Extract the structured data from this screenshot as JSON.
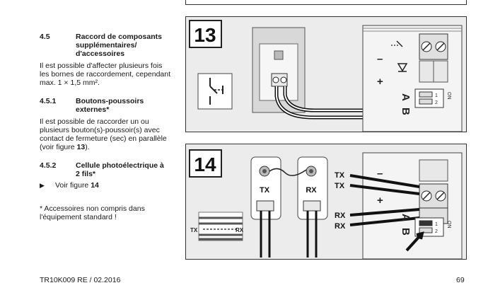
{
  "section_4_5": {
    "number": "4.5",
    "title_lines": [
      "Raccord de composants",
      "supplémentaires/",
      "d'accessoires"
    ],
    "body_lines": [
      "Il est possible d'affecter plusieurs fois",
      "les bornes de raccordement, cependant",
      "max. 1 × 1,5 mm²."
    ]
  },
  "section_4_5_1": {
    "number": "4.5.1",
    "title_lines": [
      "Boutons-poussoirs",
      "externes*"
    ],
    "body_lines": [
      "Il est possible de raccorder un ou",
      "plusieurs bouton(s)-poussoir(s) avec",
      "contact de fermeture (sec) en parallèle"
    ],
    "body_last_prefix": "(voir figure ",
    "body_last_ref": "13",
    "body_last_suffix": ")."
  },
  "section_4_5_2": {
    "number": "4.5.2",
    "title_lines": [
      "Cellule photoélectrique à",
      "2 fils*"
    ],
    "bullet": "▶",
    "see_prefix": "Voir figure ",
    "see_ref": "14"
  },
  "note_lines": [
    "* Accessoires non compris dans",
    "l'équipement standard !"
  ],
  "figure13": {
    "number": "13",
    "labels": {
      "minus": "–",
      "plus": "+",
      "a": "A",
      "b": "B",
      "on": "ON",
      "s1": "1",
      "s2": "2"
    }
  },
  "figure14": {
    "number": "14",
    "tx": "TX",
    "rx": "RX",
    "term_tx1": "TX",
    "term_tx2": "TX",
    "term_rx1": "RX",
    "term_rx2": "RX",
    "beam_tx": "TX",
    "beam_rx": "RX",
    "labels": {
      "minus": "–",
      "plus": "+",
      "a": "A",
      "b": "B",
      "on": "ON",
      "s1": "1",
      "s2": "2"
    }
  },
  "footer": {
    "doc_ref": "TR10K009  RE / 02.2016",
    "page": "69"
  }
}
